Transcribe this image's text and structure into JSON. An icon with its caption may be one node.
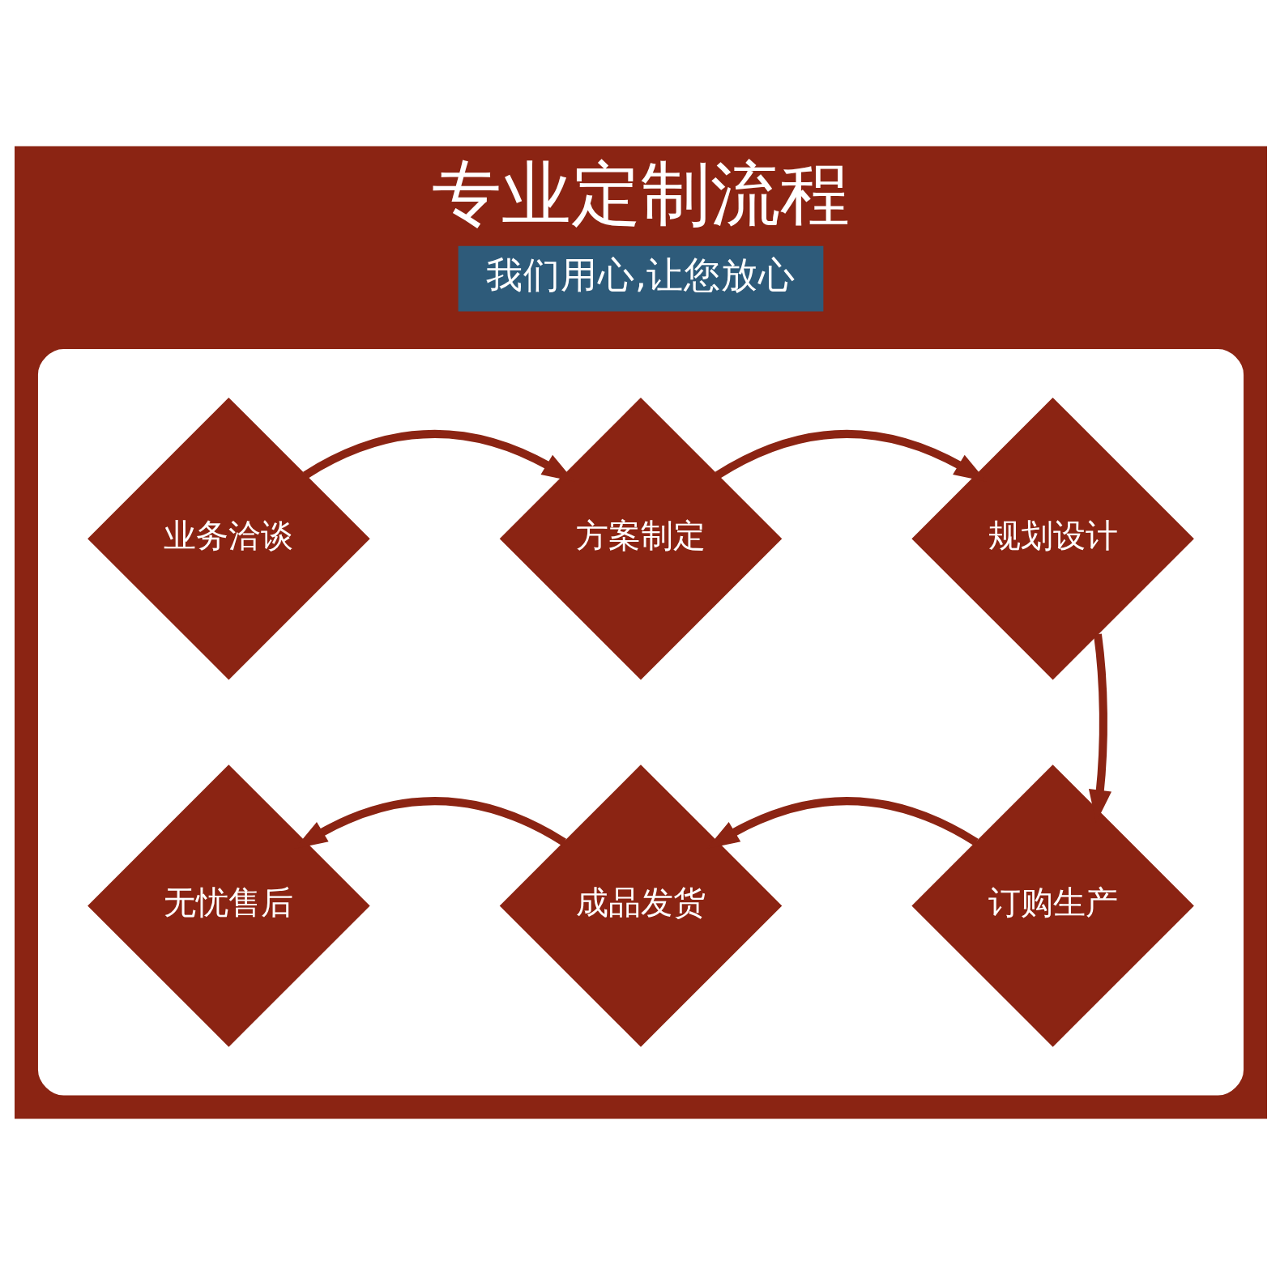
{
  "diagram": {
    "title": "专业定制流程",
    "nodes": [
      {
        "text": [],
        "shape": "box"
      },
      {
        "text": [
          "业务洽谈"
        ],
        "in": 0
      },
      {
        "text": [
          "方案制定"
        ],
        "in": 0
      },
      {
        "text": [
          "规划设计"
        ],
        "in": 0
      },
      {
        "text": [
          "无忧售后"
        ],
        "in": 0
      },
      {
        "text": [
          "成品发货"
        ],
        "in": 0
      },
      {
        "text": [
          "订购生产"
        ],
        "in": 0
      }
    ],
    "edges": [
      {
        "from": 1,
        "to": 2,
        "arrow": "to"
      },
      {
        "from": 2,
        "to": 3,
        "arrow": "to"
      },
      {
        "from": 3,
        "to": 6,
        "arrow": "to"
      },
      {
        "from": 6,
        "to": 5,
        "arrow": "to"
      },
      {
        "from": 5,
        "to": 4,
        "arrow": "to"
      }
    ],
    "labels": [
      "我们用心,让您放心"
    ]
  }
}
